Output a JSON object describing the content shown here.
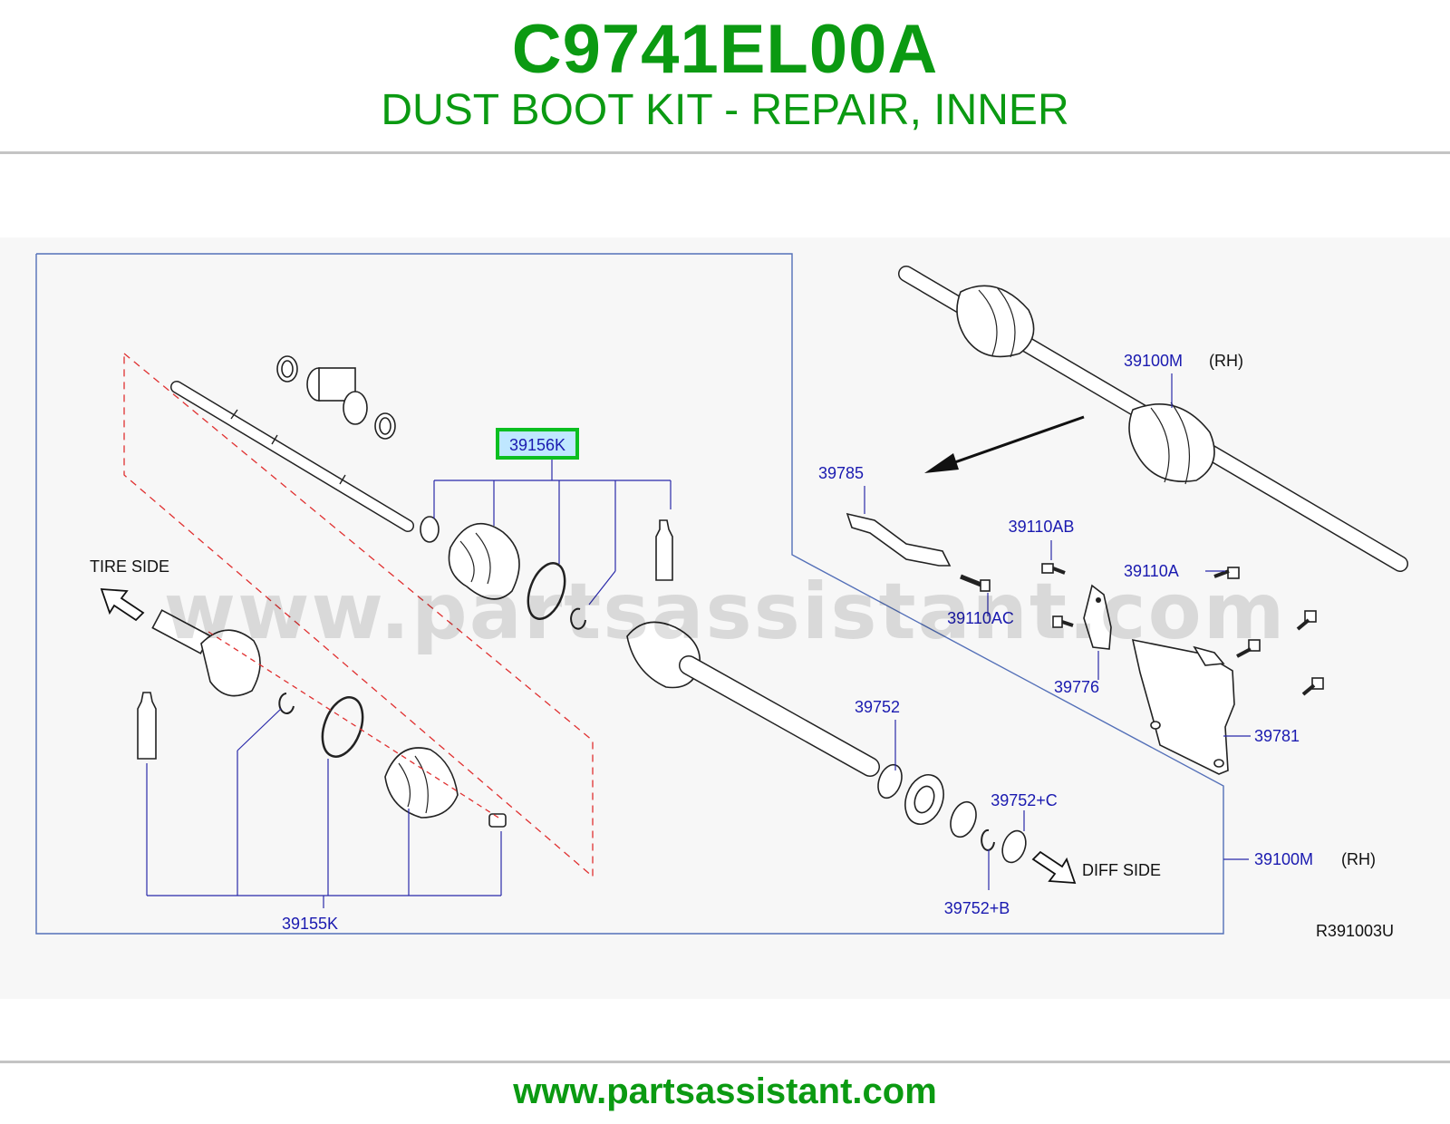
{
  "header": {
    "part_number": "C9741EL00A",
    "description": "DUST BOOT KIT - REPAIR, INNER"
  },
  "diagram": {
    "labels": {
      "p39156K": "39156K",
      "p39155K": "39155K",
      "p39100M_top": "39100M",
      "rh_top": "(RH)",
      "p39785": "39785",
      "p39110AB": "39110AB",
      "p39110A": "39110A",
      "p39110AC": "39110AC",
      "p39776": "39776",
      "p39781": "39781",
      "p39752": "39752",
      "p39752C": "39752+C",
      "p39752B": "39752+B",
      "p39100M_bottom": "39100M",
      "rh_bottom": "(RH)",
      "tire_side": "TIRE   SIDE",
      "diff_side": "DIFF   SIDE",
      "ref_code": "R391003U"
    },
    "watermark": "www.partsassistant.com",
    "highlight_color": "#0bbf20"
  },
  "footer": {
    "url": "www.partsassistant.com"
  }
}
